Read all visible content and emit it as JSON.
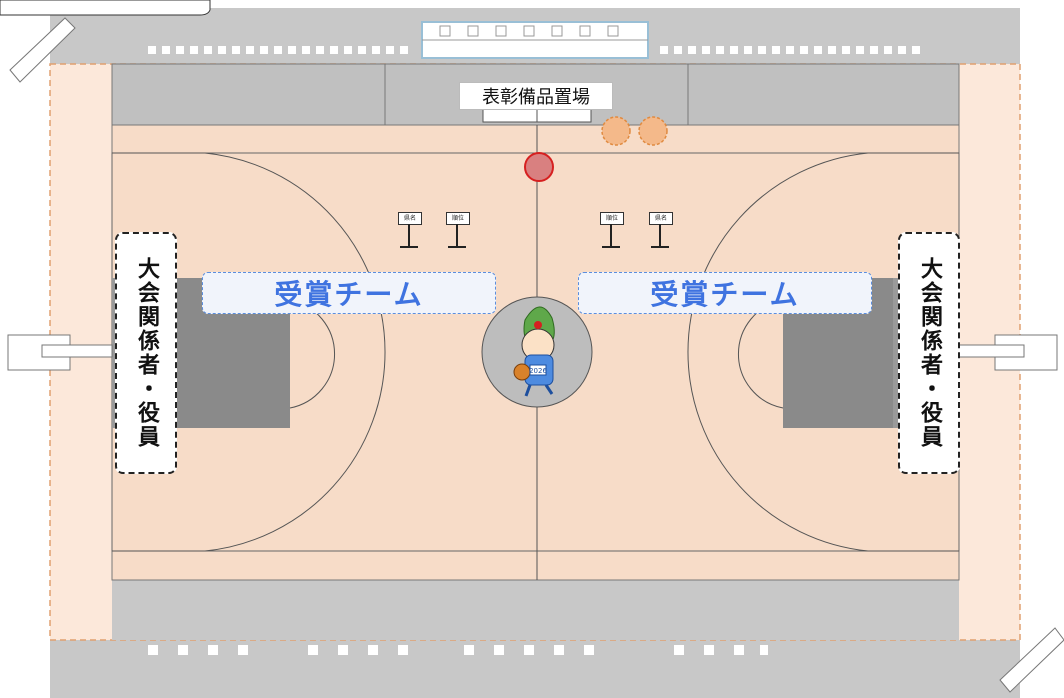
{
  "officials": {
    "label": "大会関係者・役員"
  },
  "teams": {
    "label": "受賞チーム"
  },
  "award_storage": {
    "label": "表彰備品置場"
  },
  "signs": {
    "prefecture": "県名",
    "rank": "順位"
  },
  "mascot": {
    "bib": "2026"
  },
  "colors": {
    "floor": "#f7dcc8",
    "side_zone": "#fce8da",
    "surround": "#c8c8c8",
    "dark": "#8f8f8f",
    "team_text": "#3f73e0",
    "presenter": "#d98080"
  }
}
